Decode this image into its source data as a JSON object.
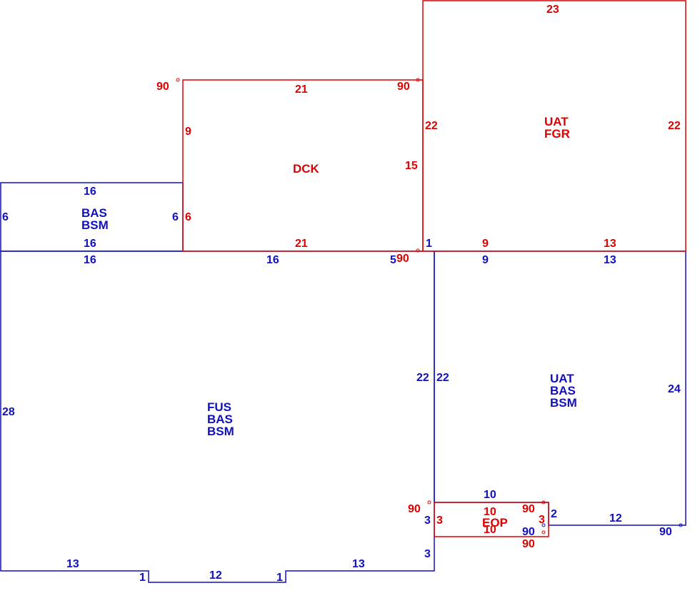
{
  "colors": {
    "blue": "#1010c0",
    "red": "#e00000",
    "background": "#ffffff"
  },
  "areas": {
    "bas_wing": {
      "codes": [
        "BAS",
        "BSM"
      ]
    },
    "deck": {
      "codes": [
        "DCK"
      ]
    },
    "upper_garage": {
      "codes": [
        "UAT",
        "FGR"
      ]
    },
    "main": {
      "codes": [
        "FUS",
        "BAS",
        "BSM"
      ]
    },
    "right_wing": {
      "codes": [
        "UAT",
        "BAS",
        "BSM"
      ]
    },
    "porch": {
      "codes": [
        "EOP"
      ]
    }
  },
  "dimensions": {
    "bas_wing_top": "16",
    "bas_wing_left": "6",
    "bas_wing_right": "6",
    "bas_wing_bottom": "16",
    "deck_top": "21",
    "deck_left": "9",
    "deck_left_lower": "6",
    "deck_bottom": "21",
    "deck_right": "15",
    "deck_angle_tl": "90",
    "deck_angle_tr": "90",
    "garage_top": "23",
    "garage_left": "22",
    "garage_right": "22",
    "garage_bottom_left": "9",
    "garage_bottom_right": "13",
    "main_top_left": "16",
    "main_top_mid": "16",
    "main_top_step": "5",
    "main_angle_top": "90",
    "main_left": "28",
    "main_right": "22",
    "main_angle_right": "90",
    "main_right_lower_a": "3",
    "main_right_lower_b": "3",
    "main_bottom_left": "13",
    "main_bottom_notch_left": "1",
    "main_bottom_notch": "12",
    "main_bottom_notch_right": "1",
    "main_bottom_right": "13",
    "rw_step": "1",
    "rw_top_left": "9",
    "rw_top_right": "13",
    "rw_left": "22",
    "rw_right": "24",
    "rw_bottom": "12",
    "rw_step_right": "2",
    "rw_angle_br": "90",
    "porch_top_blue": "10",
    "porch_top_red": "10",
    "porch_left_red": "3",
    "porch_right_red": "3",
    "porch_bottom_red": "10",
    "porch_angle_tr": "90",
    "porch_angle_br_blue": "90",
    "porch_angle_br_red": "90"
  }
}
